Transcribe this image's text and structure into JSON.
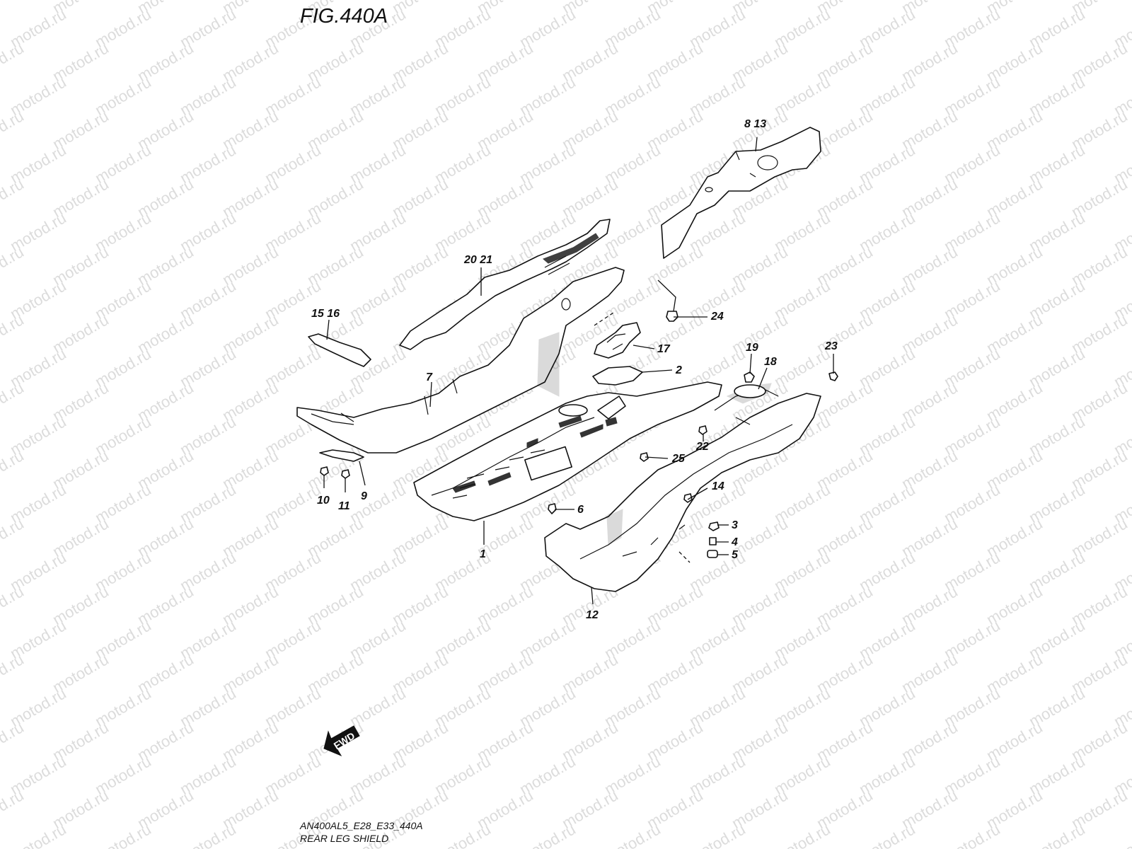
{
  "figure": {
    "title": "FIG.440A",
    "code": "AN400AL5_E28_E33_440A",
    "name": "REAR LEG SHIELD"
  },
  "watermark": {
    "text": "motod.ru",
    "color": "#dcdcdc"
  },
  "direction_arrow": {
    "label": "FWD",
    "icon": "forward-arrow-icon"
  },
  "callouts": [
    {
      "id": "c-8-13",
      "label": "8 13"
    },
    {
      "id": "c-20-21",
      "label": "20 21"
    },
    {
      "id": "c-15-16",
      "label": "15 16"
    },
    {
      "id": "c-24",
      "label": "24"
    },
    {
      "id": "c-17",
      "label": "17"
    },
    {
      "id": "c-2",
      "label": "2"
    },
    {
      "id": "c-19",
      "label": "19"
    },
    {
      "id": "c-18",
      "label": "18"
    },
    {
      "id": "c-23",
      "label": "23"
    },
    {
      "id": "c-7",
      "label": "7"
    },
    {
      "id": "c-22",
      "label": "22"
    },
    {
      "id": "c-25",
      "label": "25"
    },
    {
      "id": "c-14",
      "label": "14"
    },
    {
      "id": "c-6",
      "label": "6"
    },
    {
      "id": "c-3",
      "label": "3"
    },
    {
      "id": "c-4",
      "label": "4"
    },
    {
      "id": "c-5",
      "label": "5"
    },
    {
      "id": "c-10",
      "label": "10"
    },
    {
      "id": "c-11",
      "label": "11"
    },
    {
      "id": "c-9",
      "label": "9"
    },
    {
      "id": "c-1",
      "label": "1"
    },
    {
      "id": "c-12",
      "label": "12"
    }
  ]
}
